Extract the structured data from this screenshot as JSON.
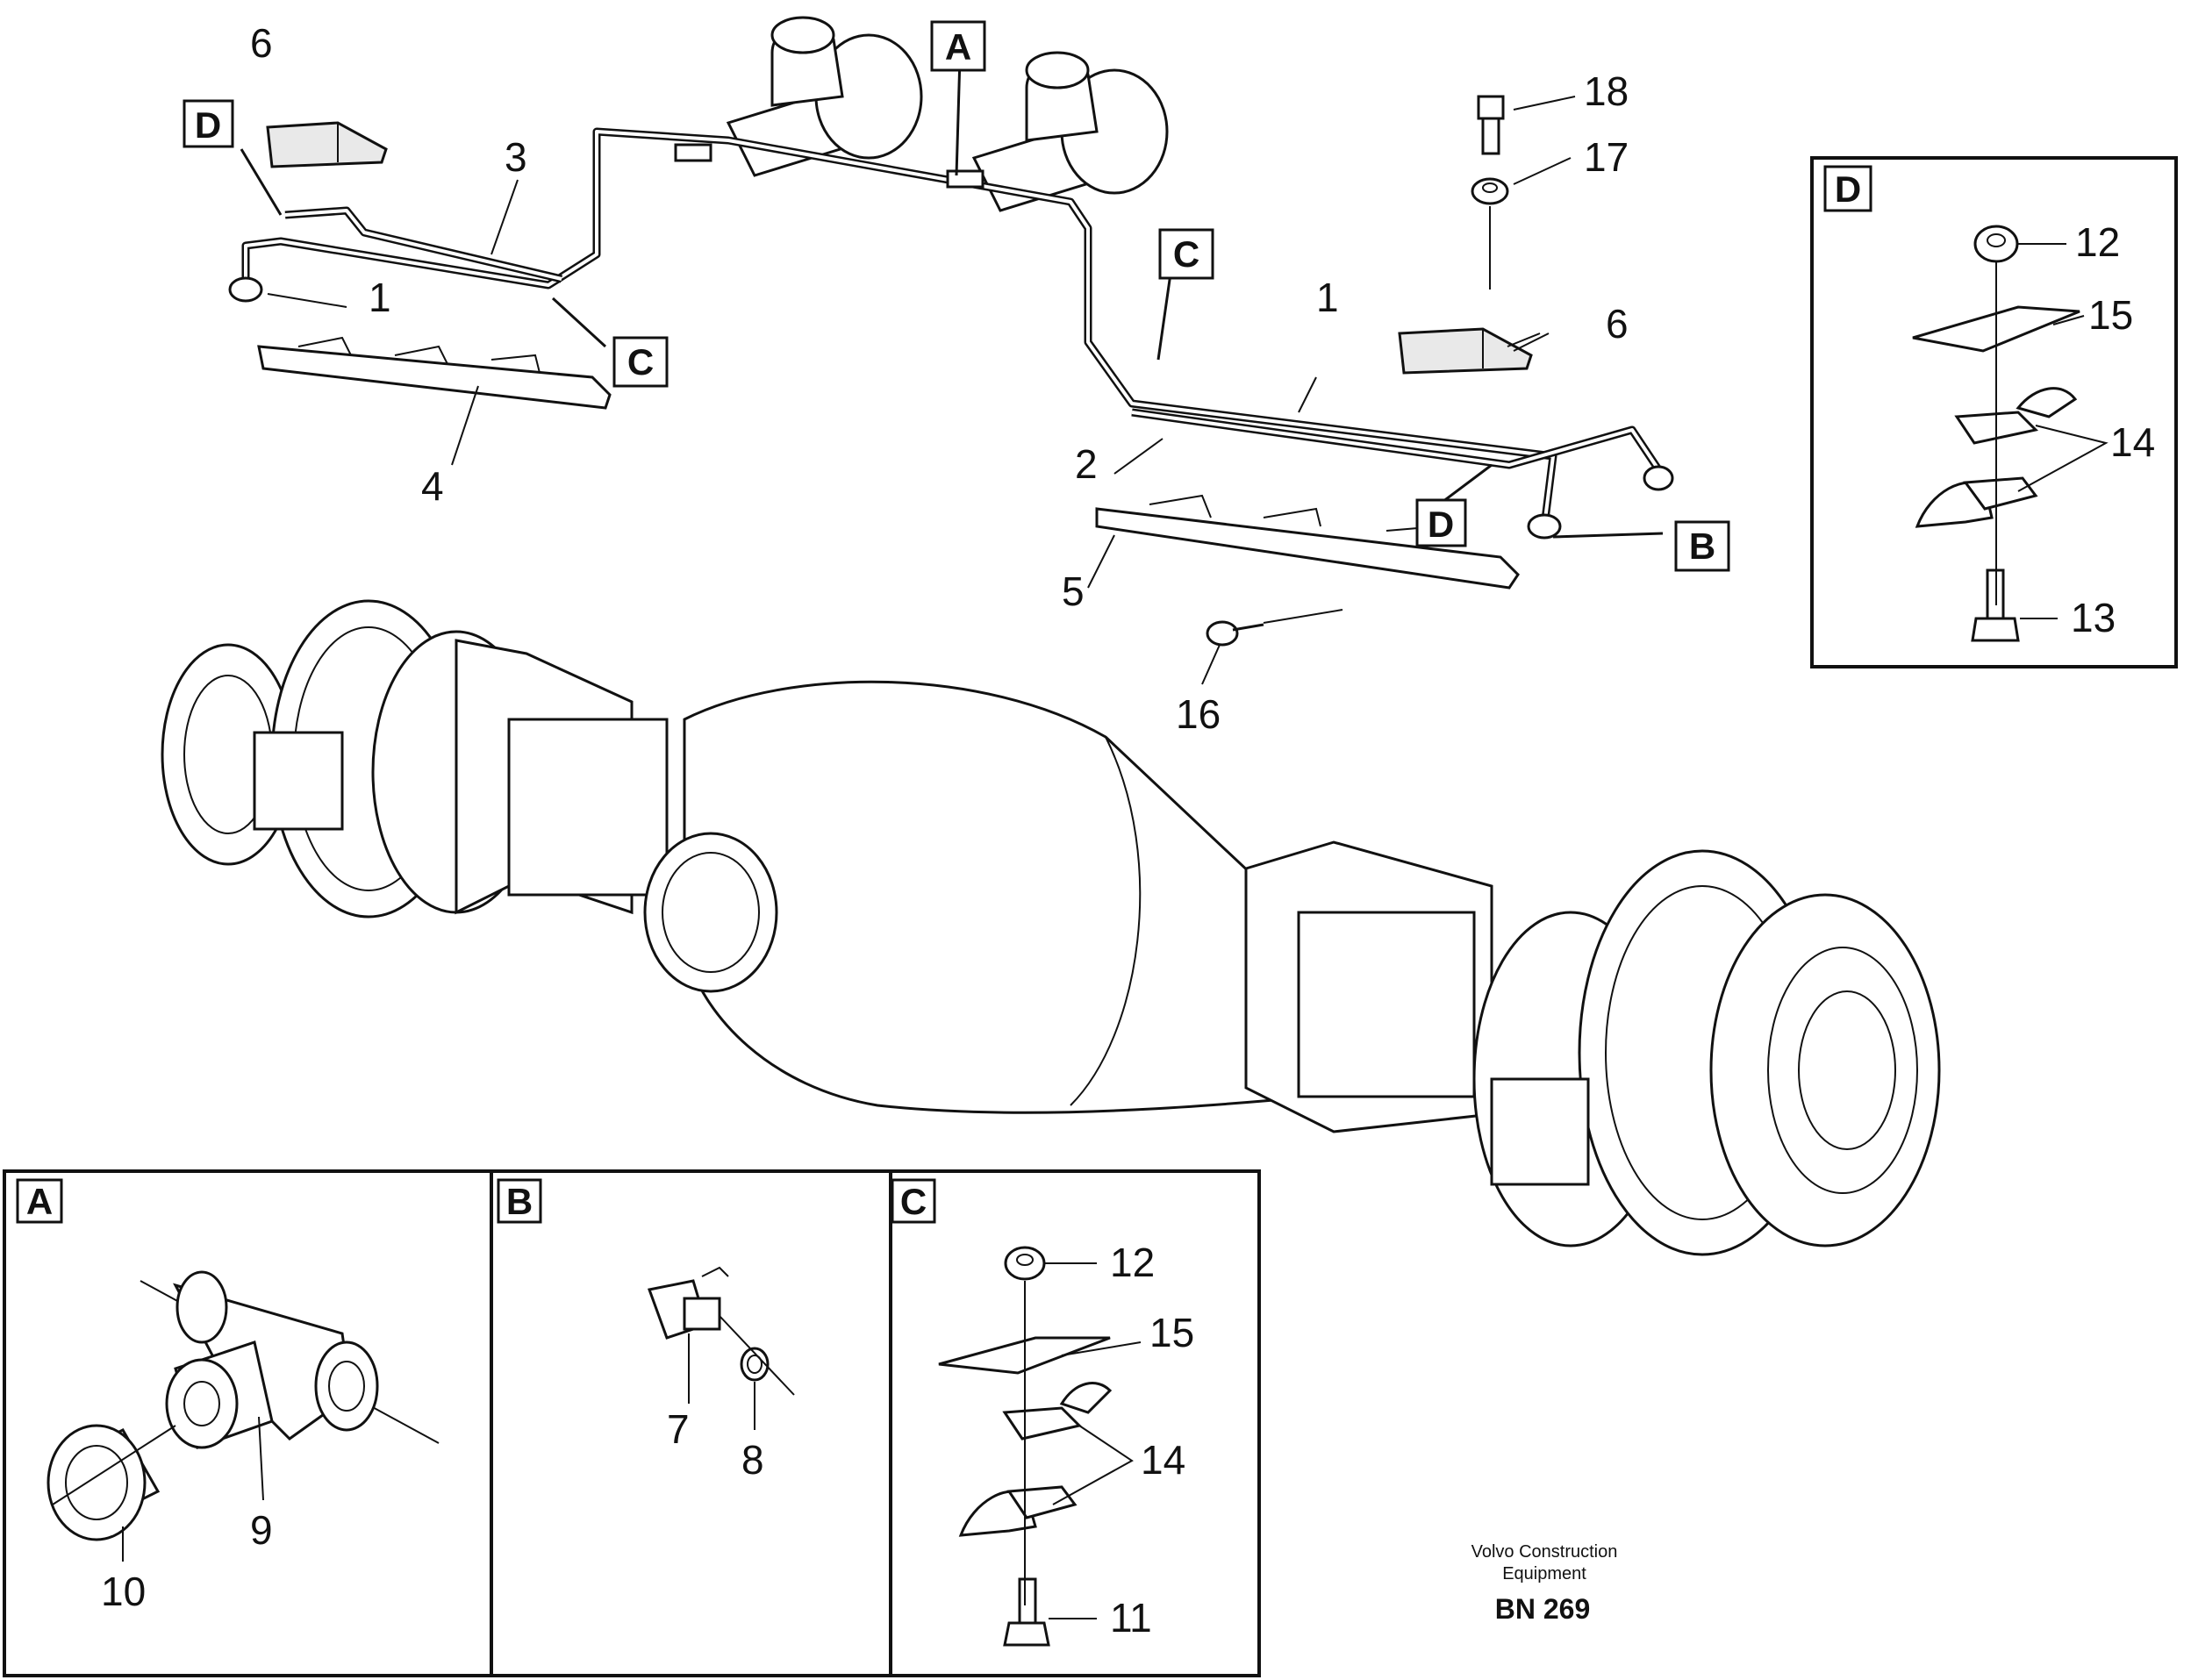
{
  "callouts": {
    "main": [
      "1",
      "1",
      "2",
      "3",
      "4",
      "5",
      "6",
      "6",
      "16",
      "17",
      "18"
    ],
    "detail_a": [
      "9",
      "10"
    ],
    "detail_b": [
      "7",
      "8"
    ],
    "detail_c": [
      "11",
      "12",
      "14",
      "15"
    ],
    "detail_d": [
      "12",
      "13",
      "14",
      "15"
    ]
  },
  "detail_tags": {
    "a": "A",
    "b": "B",
    "c": "C",
    "d": "D"
  },
  "credit": {
    "line1": "Volvo Construction",
    "line2": "Equipment",
    "code": "BN 269"
  }
}
